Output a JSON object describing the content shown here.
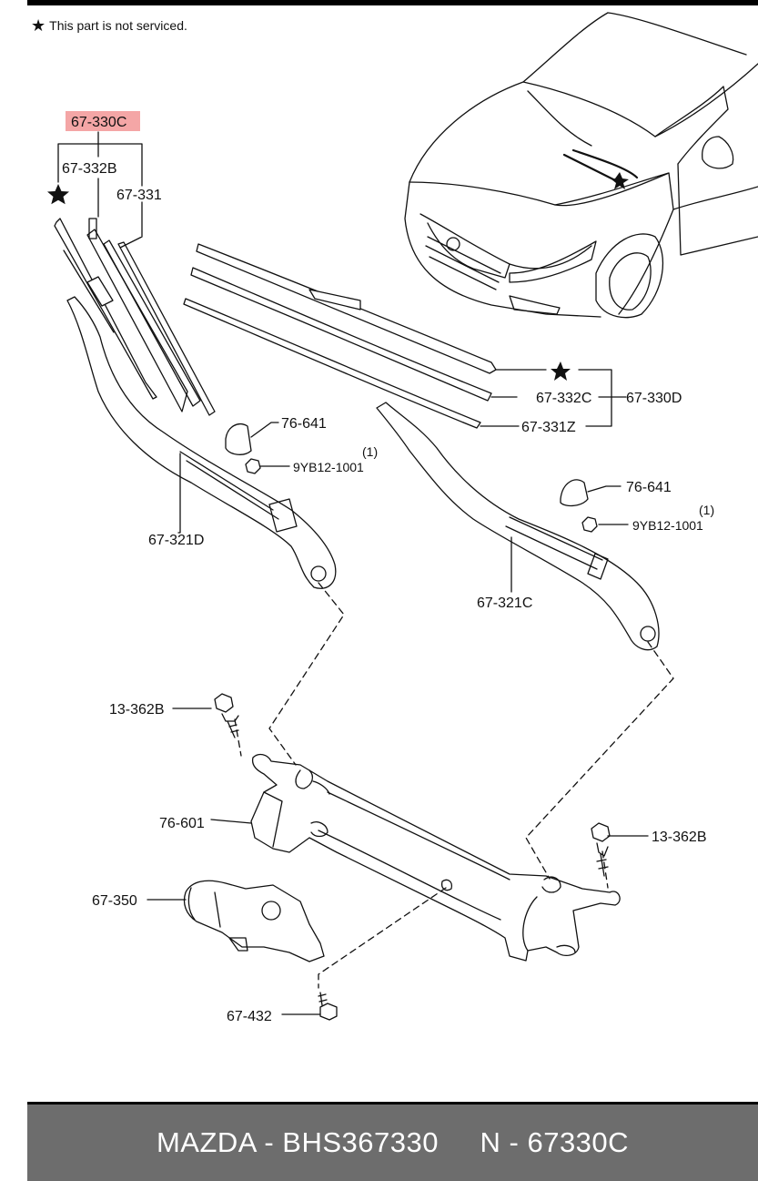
{
  "note": {
    "icon": "star-icon",
    "text": "This part is not serviced."
  },
  "highlight_color": "#f4a6a6",
  "labels": {
    "blade_assy_left": "67-330C",
    "refill_left": "67-332B",
    "blade_left": "67-331",
    "blade_assy_right": "67-330D",
    "refill_right": "67-332C",
    "blade_right": "67-331Z",
    "cap_left": "76-641",
    "nut_left": "9YB12-1001",
    "nut_left_qty": "(1)",
    "arm_left": "67-321D",
    "cap_right": "76-641",
    "nut_right": "9YB12-1001",
    "nut_right_qty": "(1)",
    "arm_right": "67-321C",
    "bolt_left": "13-362B",
    "bolt_right": "13-362B",
    "linkage": "76-601",
    "motor": "67-350",
    "motor_bolt": "67-432"
  },
  "footer": {
    "text": "MAZDA - BHS367330     N - 67330C"
  }
}
